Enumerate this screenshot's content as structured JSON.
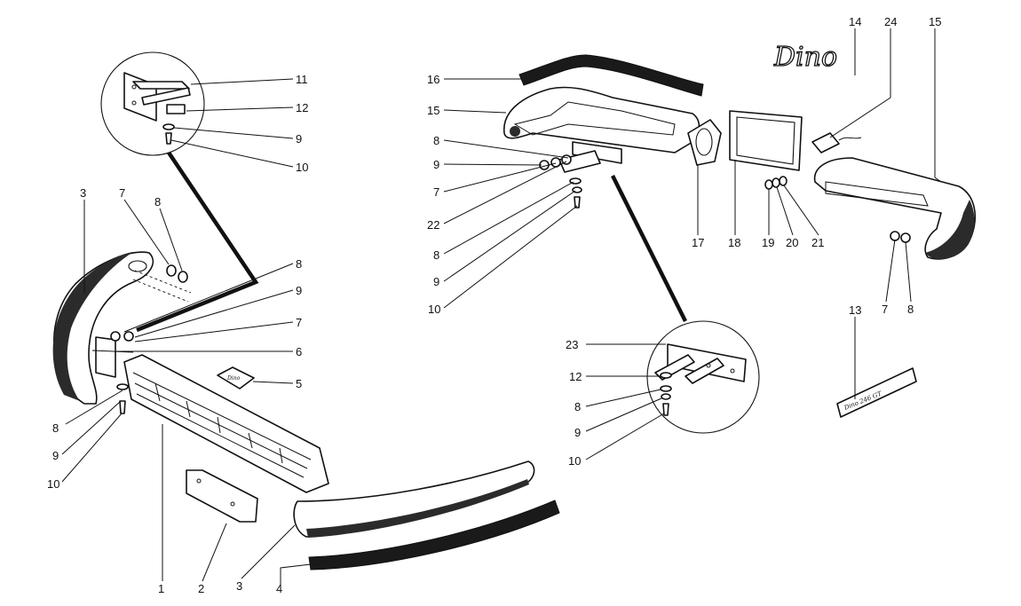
{
  "diagram": {
    "callouts": {
      "c1": "1",
      "c2": "2",
      "c3a": "3",
      "c3b": "3",
      "c4": "4",
      "c5": "5",
      "c6": "6",
      "c7a": "7",
      "c7b": "7",
      "c7c": "7",
      "c7d": "7",
      "c8a": "8",
      "c8b": "8",
      "c8c": "8",
      "c8d": "8",
      "c8e": "8",
      "c8f": "8",
      "c8g": "8",
      "c9a": "9",
      "c9b": "9",
      "c9c": "9",
      "c9d": "9",
      "c9e": "9",
      "c9f": "9",
      "c10a": "10",
      "c10b": "10",
      "c10c": "10",
      "c10d": "10",
      "c11": "11",
      "c12a": "12",
      "c12b": "12",
      "c13": "13",
      "c14": "14",
      "c15a": "15",
      "c15b": "15",
      "c16": "16",
      "c17": "17",
      "c18": "18",
      "c19": "19",
      "c20": "20",
      "c21": "21",
      "c22": "22",
      "c23": "23",
      "c24": "24"
    },
    "script_badge": "Dino",
    "plate_lettering": "Dino 246 GT",
    "badge_lettering": "Dino"
  }
}
